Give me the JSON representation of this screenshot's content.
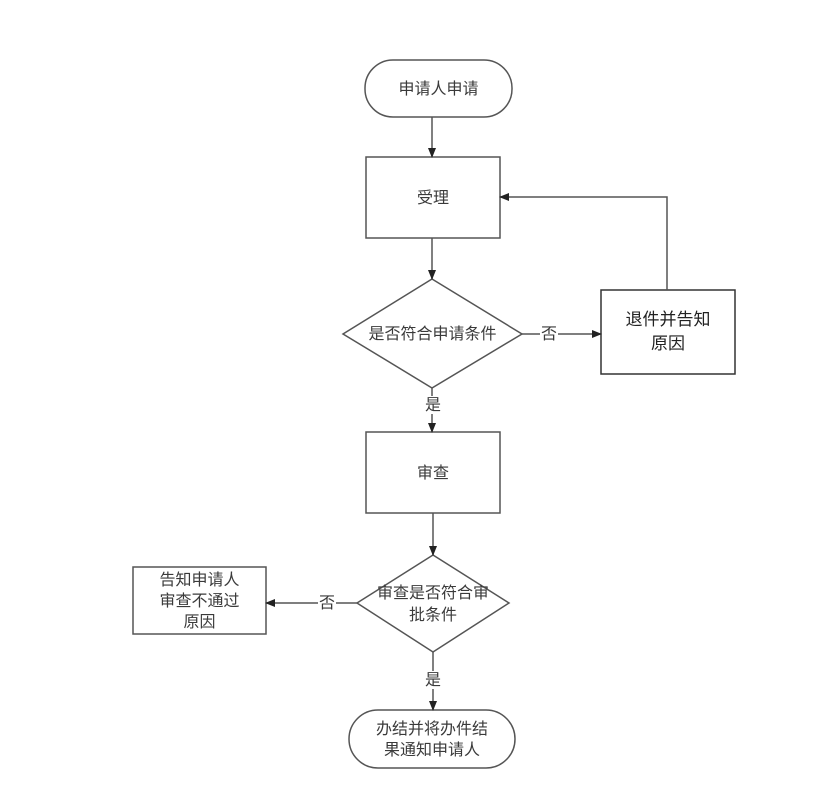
{
  "diagram": {
    "type": "flowchart",
    "nodes": {
      "start": {
        "shape": "terminal",
        "lines": [
          "申请人申请"
        ]
      },
      "accept": {
        "shape": "process",
        "lines": [
          "受理"
        ]
      },
      "check_conditions": {
        "shape": "decision",
        "lines": [
          "是否符合申请条件"
        ]
      },
      "return_notify": {
        "shape": "process",
        "lines": [
          "退件并告知",
          "原因"
        ]
      },
      "review": {
        "shape": "process",
        "lines": [
          "审查"
        ]
      },
      "check_approval": {
        "shape": "decision",
        "lines": [
          "审查是否符合审",
          "批条件"
        ]
      },
      "notify_fail": {
        "shape": "process",
        "lines": [
          "告知申请人",
          "审查不通过",
          "原因"
        ]
      },
      "end": {
        "shape": "terminal",
        "lines": [
          "办结并将办件结",
          "果通知申请人"
        ]
      }
    },
    "edges": [
      {
        "from": "start",
        "to": "accept",
        "label": ""
      },
      {
        "from": "accept",
        "to": "check_conditions",
        "label": ""
      },
      {
        "from": "check_conditions",
        "to": "return_notify",
        "label": "否"
      },
      {
        "from": "return_notify",
        "to": "accept",
        "label": ""
      },
      {
        "from": "check_conditions",
        "to": "review",
        "label": "是"
      },
      {
        "from": "review",
        "to": "check_approval",
        "label": ""
      },
      {
        "from": "check_approval",
        "to": "notify_fail",
        "label": "否"
      },
      {
        "from": "check_approval",
        "to": "end",
        "label": "是"
      }
    ],
    "colors": {
      "stroke": "#555555",
      "text": "#3a3a3a",
      "background": "#ffffff"
    }
  }
}
